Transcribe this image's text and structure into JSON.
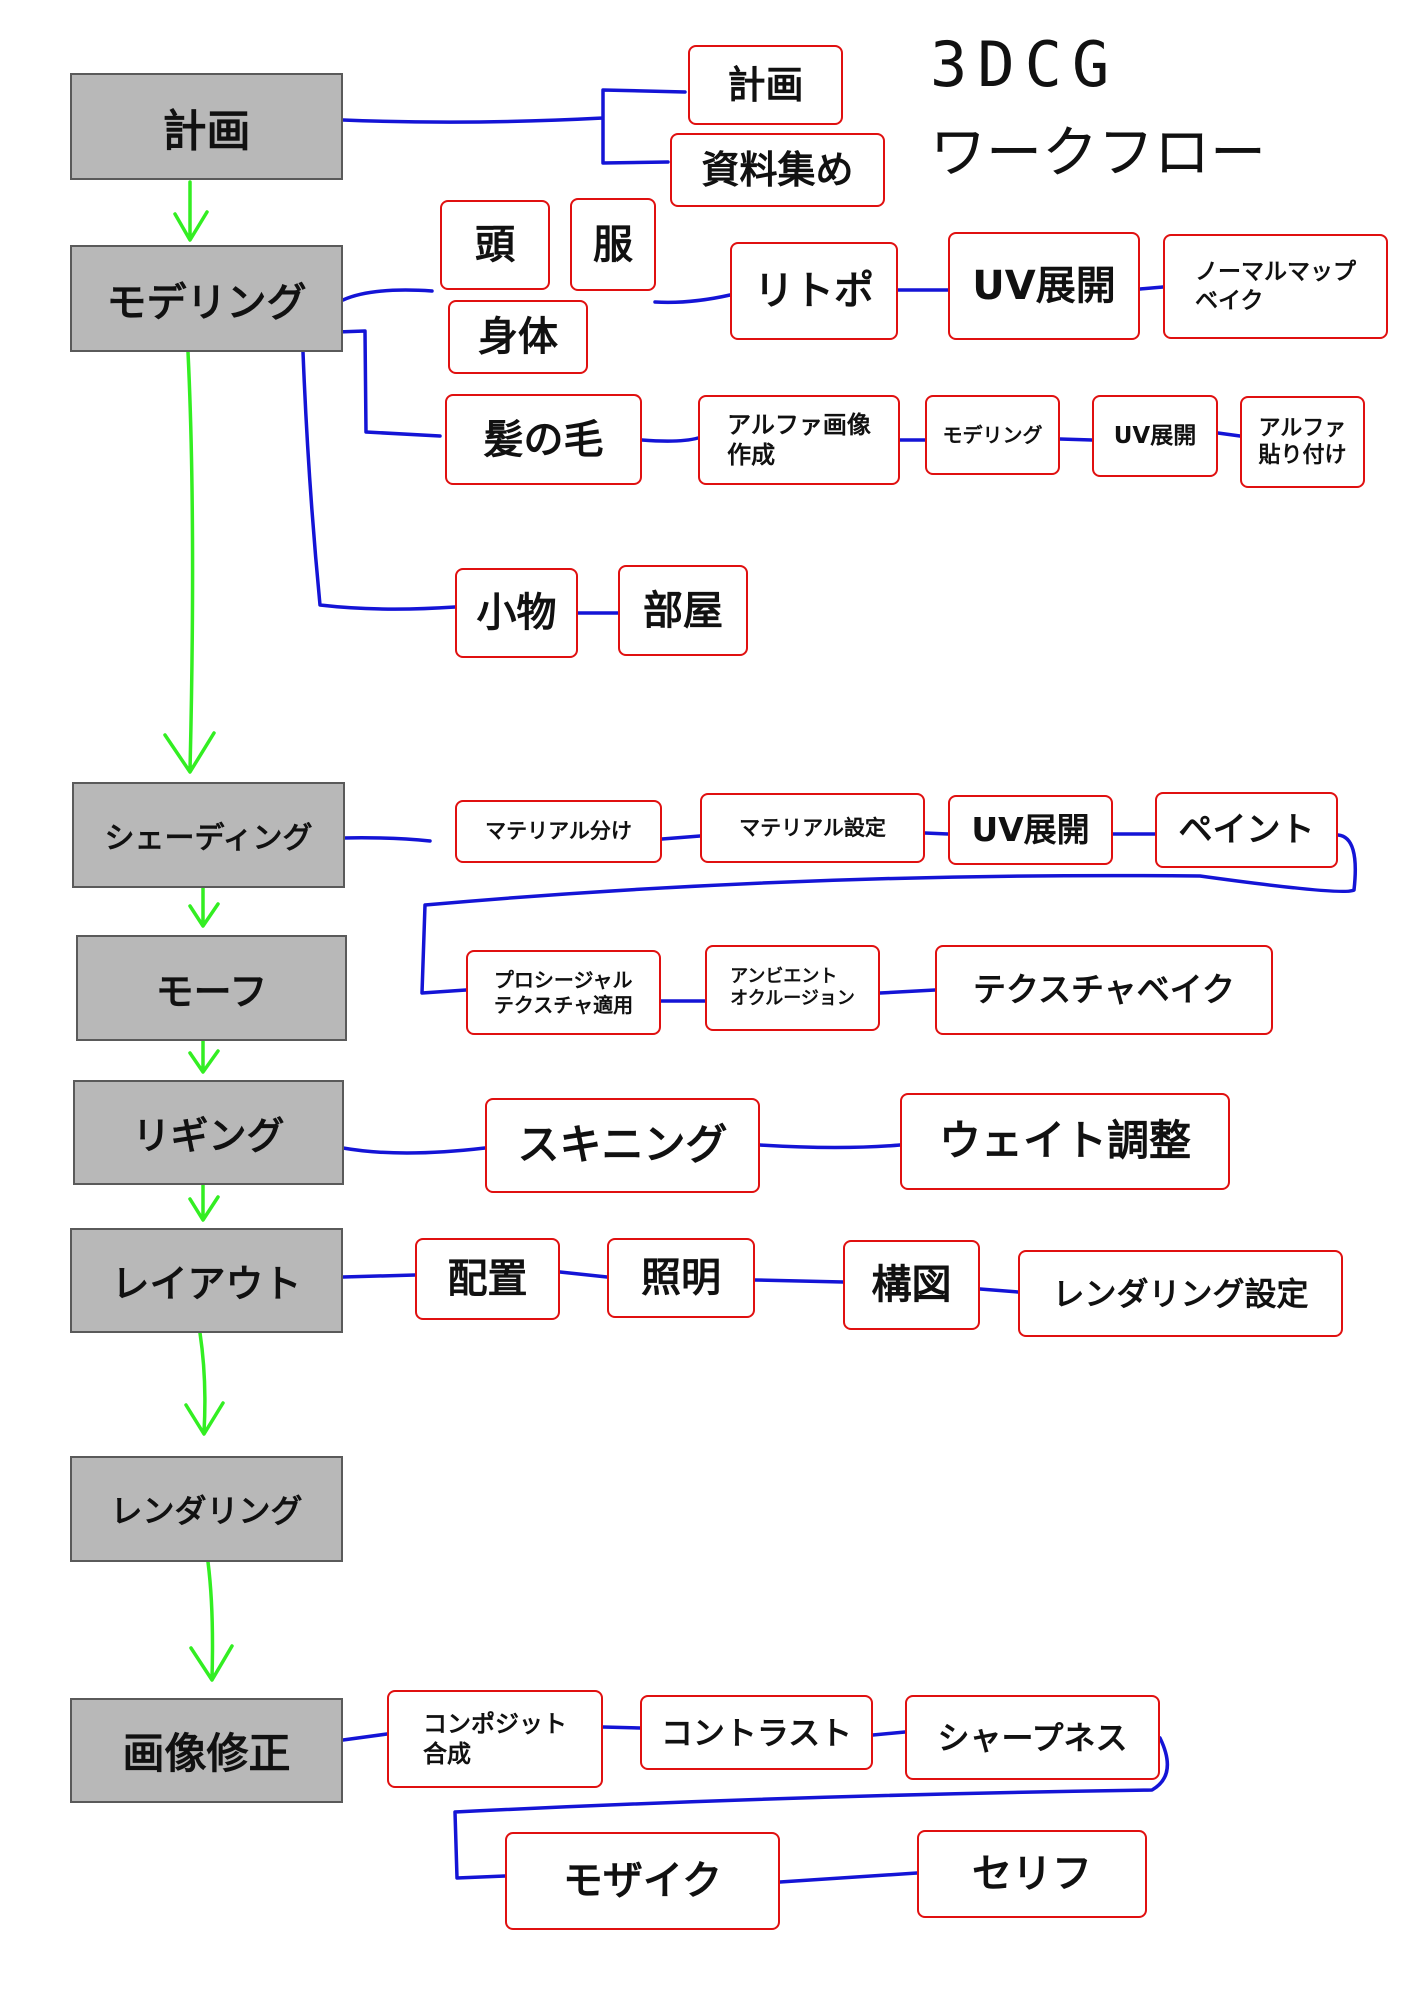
{
  "title": {
    "line1": "3DCG",
    "line2": "ワークフロー"
  },
  "colors": {
    "stage_fill": "#b8b8b8",
    "stage_border": "#5a5a5a",
    "step_border": "#e01010",
    "link": "#1414d6",
    "flow_arrow": "#33ee22"
  },
  "stages": [
    {
      "id": "planning",
      "label": "計画"
    },
    {
      "id": "modeling",
      "label": "モデリング"
    },
    {
      "id": "shading",
      "label": "シェーディング"
    },
    {
      "id": "morph",
      "label": "モーフ"
    },
    {
      "id": "rigging",
      "label": "リギング"
    },
    {
      "id": "layout",
      "label": "レイアウト"
    },
    {
      "id": "rendering",
      "label": "レンダリング"
    },
    {
      "id": "image-fix",
      "label": "画像修正"
    }
  ],
  "steps": {
    "planning": [
      "計画",
      "資料集め"
    ],
    "modeling_body": [
      "頭",
      "服",
      "身体",
      "リトポ",
      "UV展開",
      "ノーマルマップ\nベイク"
    ],
    "modeling_hair": [
      "髪の毛",
      "アルファ画像\n作成",
      "モデリング",
      "UV展開",
      "アルファ\n貼り付け"
    ],
    "modeling_props": [
      "小物",
      "部屋"
    ],
    "shading": [
      "マテリアル分け",
      "マテリアル設定",
      "UV展開",
      "ペイント",
      "プロシージャル\nテクスチャ適用",
      "アンビエント\nオクルージョン",
      "テクスチャベイク"
    ],
    "rigging": [
      "スキニング",
      "ウェイト調整"
    ],
    "layout": [
      "配置",
      "照明",
      "構図",
      "レンダリング設定"
    ],
    "image_fix": [
      "コンポジット\n合成",
      "コントラスト",
      "シャープネス",
      "モザイク",
      "セリフ"
    ]
  }
}
